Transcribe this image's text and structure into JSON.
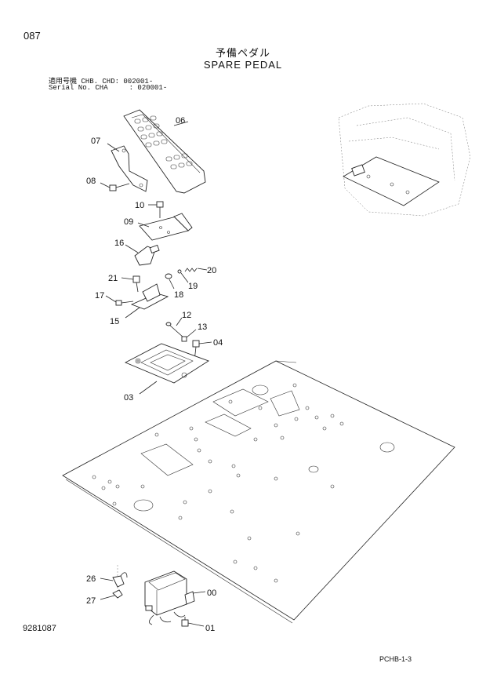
{
  "header": {
    "page_number": "087",
    "title_jp": "予備ペダル",
    "title_en": "SPARE PEDAL",
    "serial_line1": "適用号機 CHB. CHD: 002001-",
    "serial_line2": "Serial No. CHA     : 020001-"
  },
  "callouts": {
    "p06": "06",
    "p07": "07",
    "p08": "08",
    "p10": "10",
    "p09": "09",
    "p16": "16",
    "p20": "20",
    "p21": "21",
    "p19": "19",
    "p17": "17",
    "p18": "18",
    "p15": "15",
    "p12": "12",
    "p13": "13",
    "p04": "04",
    "p03": "03",
    "p26": "26",
    "p00": "00",
    "p27": "27",
    "p01": "01"
  },
  "footer": {
    "drawing_number": "9281087",
    "page_code": "PCHB-1-3"
  }
}
